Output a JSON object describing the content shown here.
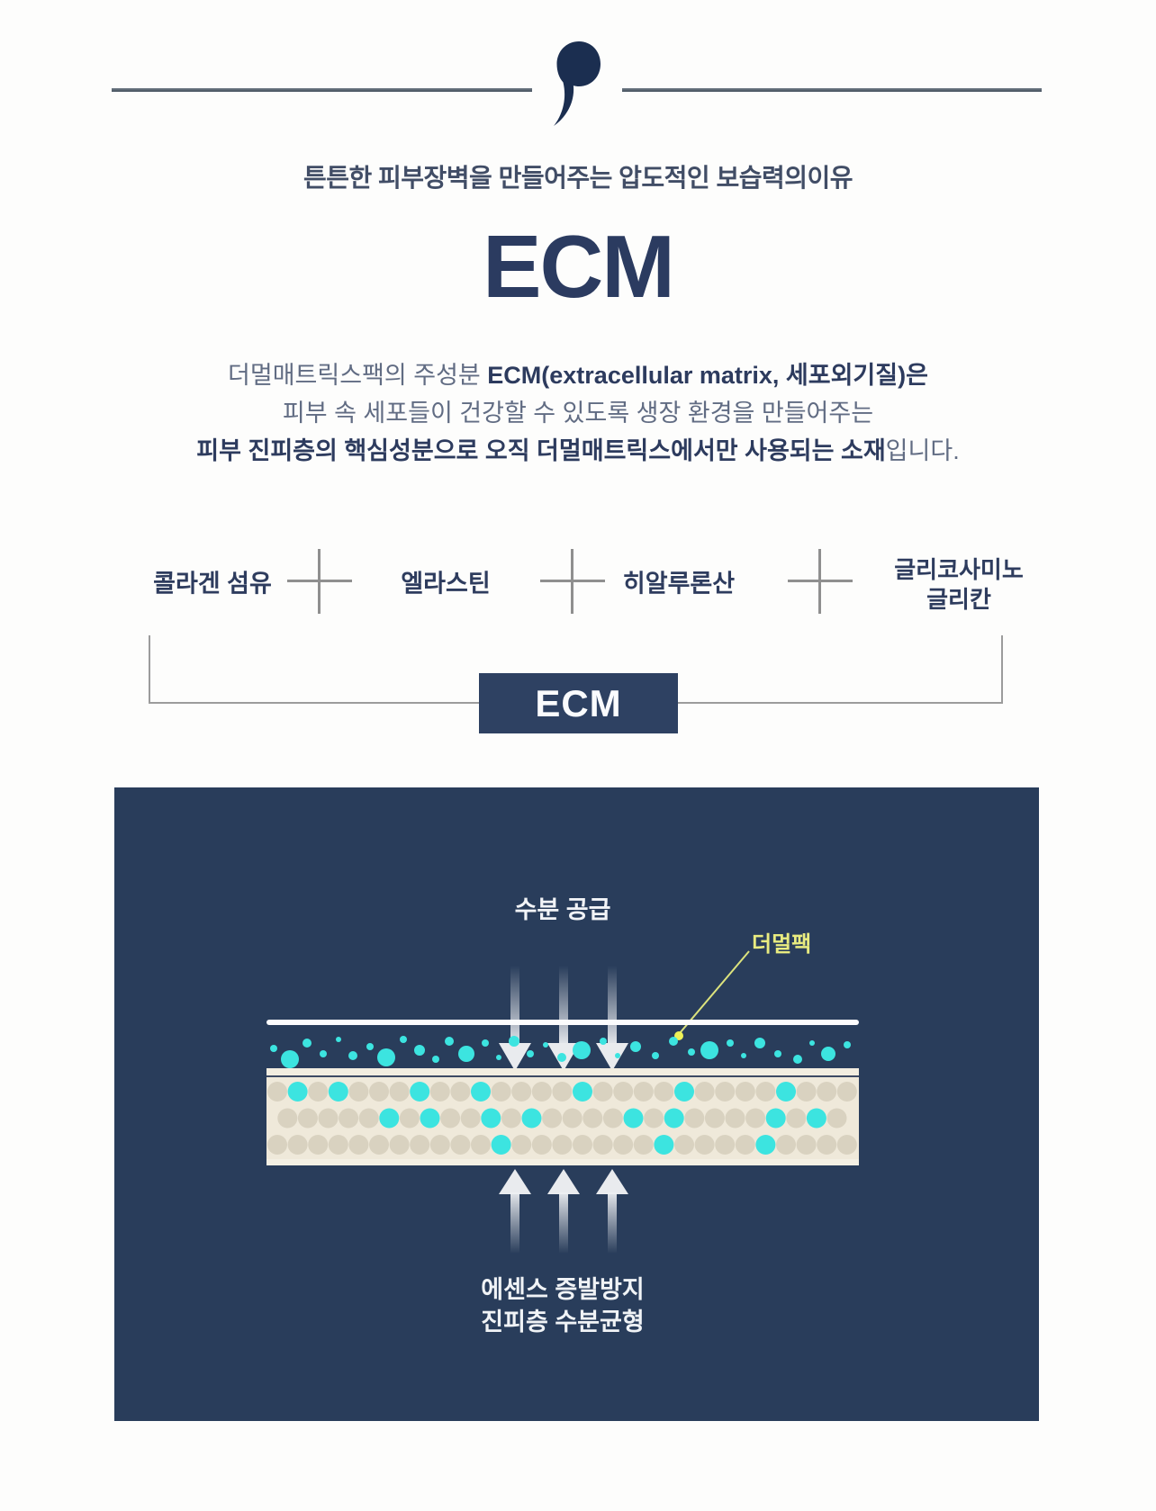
{
  "colors": {
    "accent_navy": "#2e4162",
    "panel_navy": "#293d5b",
    "deep_navy": "#1b2e50",
    "cyan": "#3ce4e0",
    "callout_yellow": "#e9ec80",
    "band_cream": "#efe9da",
    "band_circle_tan": "#d9d2c0"
  },
  "intro": {
    "heading": "튼튼한 피부장벽을 만들어주는 압도적인 보습력의이유",
    "title": "ECM",
    "p1_normal": "더멀매트릭스팩의 주성분 ",
    "p1_bold": "ECM(extracellular matrix, 세포외기질)은",
    "p2": "피부 속 세포들이 건강할 수 있도록 생장 환경을 만들어주는",
    "p3_bold": "피부 진피층의 핵심성분으로 오직 더멀매트릭스에서만 사용되는 소재",
    "p3_normal": "입니다."
  },
  "formula": {
    "component1": "콜라겐 섬유",
    "component2": "엘라스틴",
    "component3": "히알루론산",
    "component4_line1": "글리코사미노",
    "component4_line2": "글리칸",
    "result": "ECM"
  },
  "diagram": {
    "moisture_label": "수분 공급",
    "callout_label": "더멀팩",
    "bottom_line1": "에센스 증발방지",
    "bottom_line2": "진피층 수분균형"
  }
}
